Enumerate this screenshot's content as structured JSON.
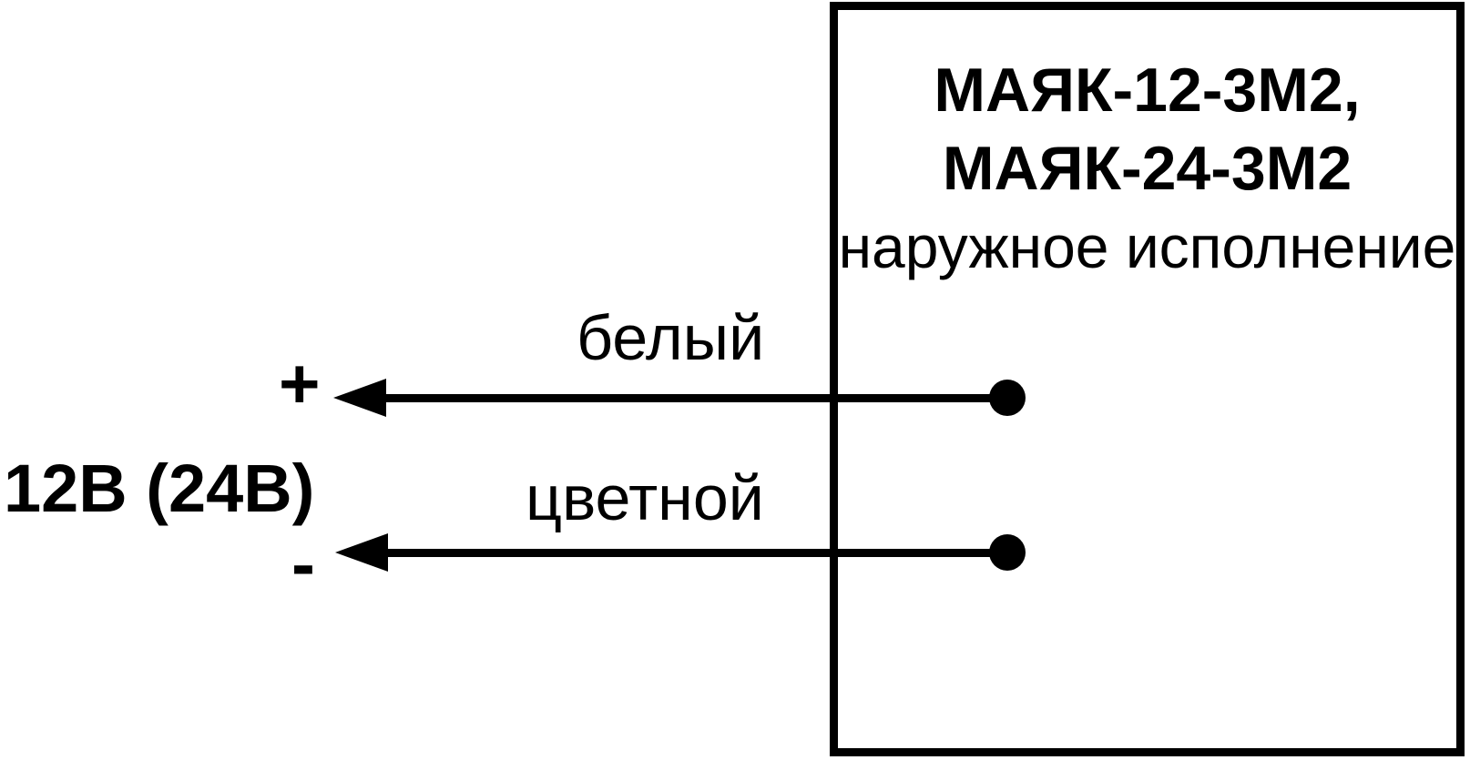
{
  "diagram": {
    "background_color": "#ffffff",
    "line_color": "#000000",
    "device": {
      "name_line1": "МАЯК-12-3М2,",
      "name_line2": "МАЯК-24-3М2",
      "variant": "наружное исполнение"
    },
    "power_source": {
      "voltage": "12В (24В)",
      "plus": "+",
      "minus": "-"
    },
    "wires": [
      {
        "label": "белый",
        "terminal": "plus"
      },
      {
        "label": "цветной",
        "terminal": "minus"
      }
    ]
  }
}
